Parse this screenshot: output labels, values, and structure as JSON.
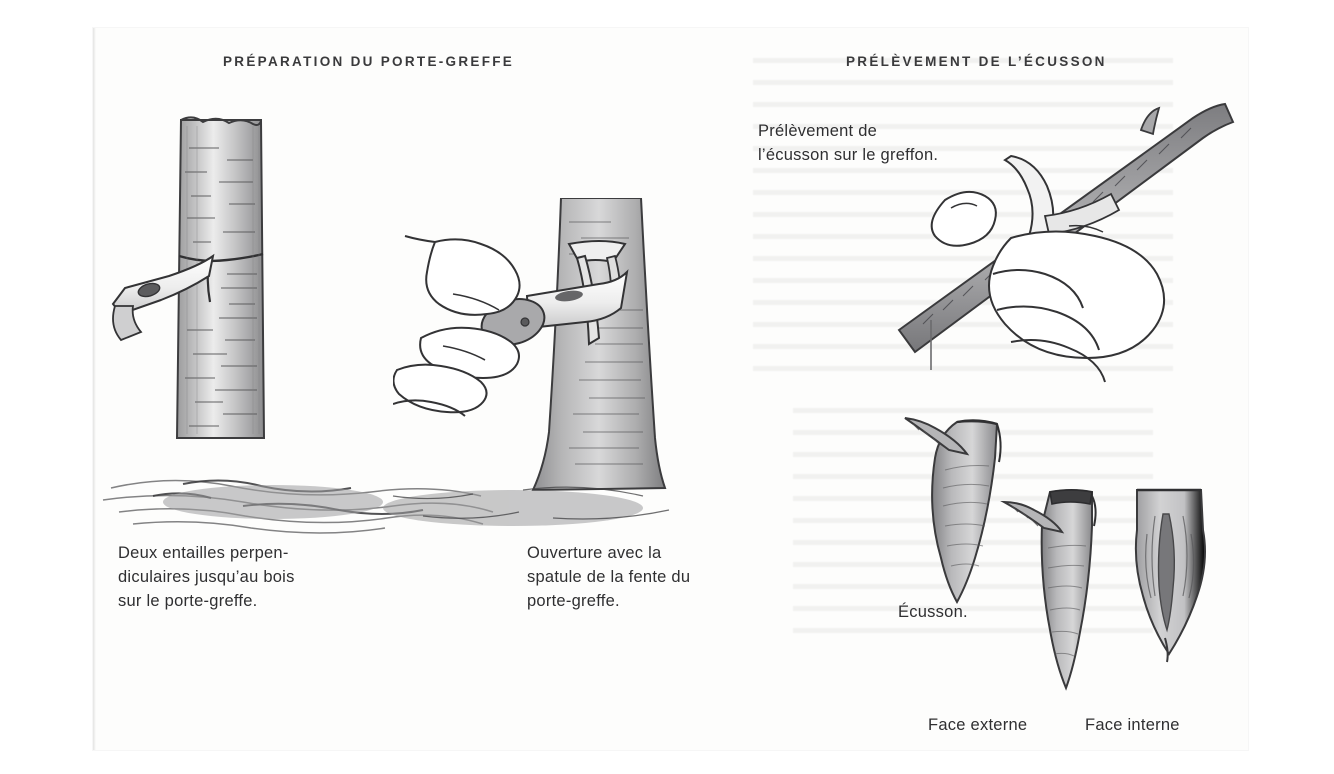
{
  "page": {
    "kind": "scanned-book-page",
    "background": "#ffffff",
    "sheet_color": "#fdfdfc",
    "ink_color": "#2f2f31"
  },
  "sections": {
    "left": {
      "heading": "PRÉPARATION DU PORTE-GREFFE",
      "captions": [
        {
          "id": "caption-left",
          "text": "Deux entailles perpen-\ndiculaires  jusqu’au bois\nsur le porte-greffe."
        },
        {
          "id": "caption-mid",
          "text": "Ouverture avec la\nspatule de la fente du\nporte-greffe."
        }
      ],
      "illustrations": [
        {
          "name": "rootstock-trunk-with-knife",
          "desc": "tree trunk with T-cut and grafting knife blade"
        },
        {
          "name": "rootstock-trunk-with-hand",
          "desc": "hand holding grafting knife opening bark flap on trunk"
        },
        {
          "name": "ground-soil-left",
          "desc": "sketched soil at base of trunks"
        }
      ]
    },
    "right": {
      "heading": "PRÉLÈVEMENT DE L’ÉCUSSON",
      "captions": [
        {
          "id": "caption-graft",
          "text": "Prélèvement de\nl’écusson sur le greffon."
        }
      ],
      "labels": [
        {
          "id": "label-ecusson",
          "text": "Écusson."
        },
        {
          "id": "label-face-externe",
          "text": "Face externe"
        },
        {
          "id": "label-face-interne",
          "text": "Face interne"
        }
      ],
      "illustrations": [
        {
          "name": "hand-cutting-scion-branch",
          "desc": "hand holding a scion branch while knife lifts the bud shield"
        },
        {
          "name": "bud-shield-with-bud",
          "desc": "detached bud shield (écusson) with bud and petiole"
        },
        {
          "name": "bud-shield-outer-face",
          "desc": "bud shield seen from its outer (bark) face"
        },
        {
          "name": "bud-shield-inner-face",
          "desc": "bud shield seen from its inner (cambium) face"
        }
      ]
    }
  },
  "colors": {
    "heading": "#3a3a3c",
    "caption": "#2f2f31",
    "pencil_dark": "#4a4a4c",
    "pencil_mid": "#8d8d8f",
    "pencil_light": "#c7c7c8"
  }
}
